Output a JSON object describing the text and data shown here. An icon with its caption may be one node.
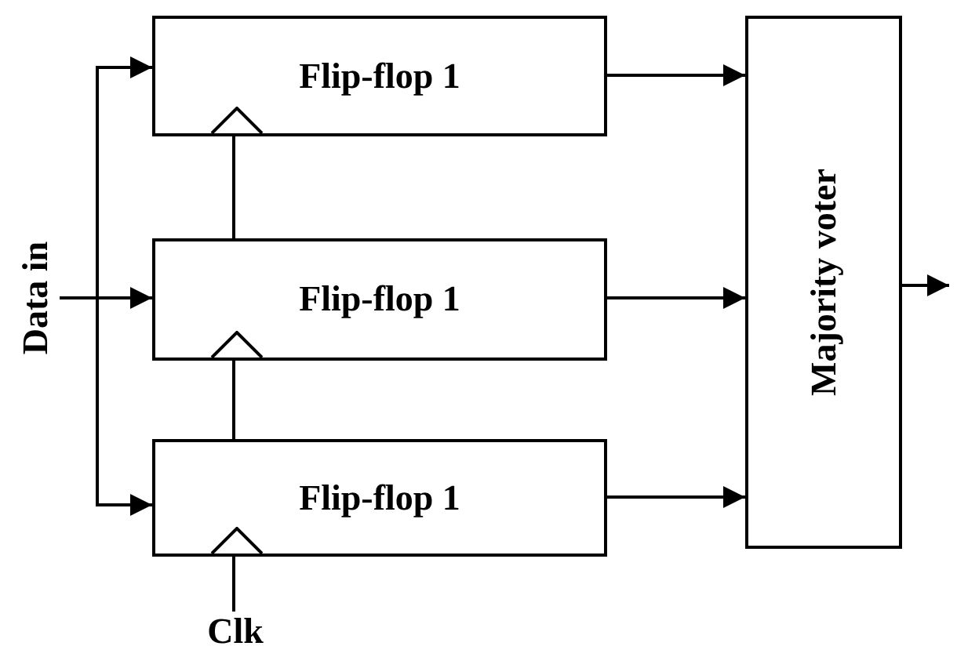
{
  "diagram": {
    "nodes": [
      {
        "text": [
          "Flip-flop 1"
        ]
      },
      {
        "text": [
          "Flip-flop 1"
        ]
      },
      {
        "text": [
          "Flip-flop 1"
        ]
      },
      {
        "text": [
          "Majority voter"
        ]
      },
      {
        "text": [
          "Data in"
        ]
      },
      {
        "text": [
          "Clk"
        ]
      }
    ],
    "edges": [
      {
        "from": 4,
        "to": 0,
        "arrow": "to"
      },
      {
        "from": 4,
        "to": 1,
        "arrow": "to"
      },
      {
        "from": 4,
        "to": 2,
        "arrow": "to"
      },
      {
        "from": 0,
        "to": 3,
        "arrow": "to"
      },
      {
        "from": 1,
        "to": 3,
        "arrow": "to"
      },
      {
        "from": 2,
        "to": 3,
        "arrow": "to"
      },
      {
        "from": 3,
        "to": null,
        "arrow": "to"
      },
      {
        "from": 5,
        "to": 2,
        "arrow": "none"
      },
      {
        "from": 2,
        "to": 1,
        "arrow": "none"
      },
      {
        "from": 1,
        "to": 0,
        "arrow": "none"
      }
    ]
  }
}
